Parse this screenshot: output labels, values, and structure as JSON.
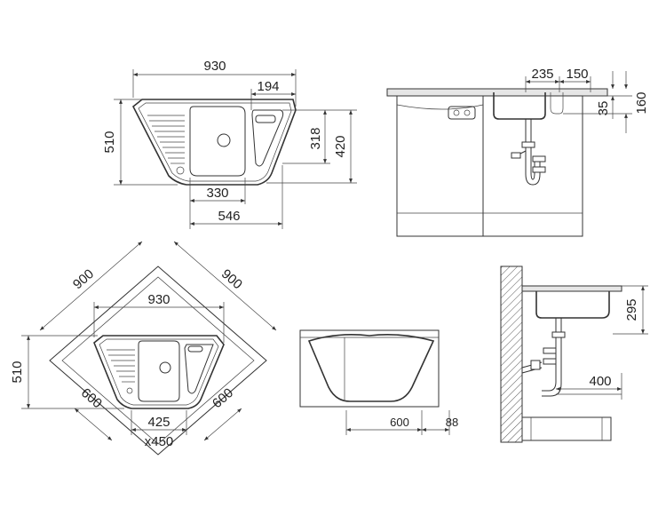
{
  "top_view": {
    "dim_width": "930",
    "dim_drain_offset": "194",
    "dim_depth": "510",
    "dim_bowl_depth": "318",
    "dim_outer_depth": "420",
    "dim_bowl_width": "330",
    "dim_cutout_width": "546"
  },
  "side_view": {
    "dim_a": "235",
    "dim_b": "150",
    "dim_height_total": "160",
    "dim_rim": "35"
  },
  "corner_view": {
    "dim_left_diag": "900",
    "dim_right_diag": "900",
    "dim_width": "930",
    "dim_depth": "510",
    "dim_lower_left": "600",
    "dim_lower_right": "600",
    "dim_cabinet": "425",
    "dim_cabinet_max": "x450"
  },
  "front_view": {
    "dim_width": "600",
    "dim_depth": "88"
  },
  "install_view": {
    "dim_bowl_height": "295",
    "dim_drain_dist": "400"
  }
}
